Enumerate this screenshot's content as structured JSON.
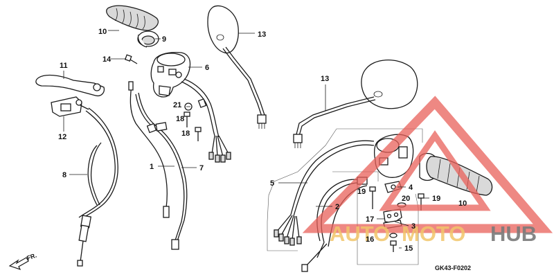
{
  "diagram": {
    "part_numbers": {
      "p1": "1",
      "p2": "2",
      "p3": "3",
      "p4": "4",
      "p5": "5",
      "p6": "6",
      "p7": "7",
      "p8": "8",
      "p9": "9",
      "p10_left": "10",
      "p10_right": "10",
      "p11": "11",
      "p12": "12",
      "p13_left": "13",
      "p13_right": "13",
      "p14": "14",
      "p15": "15",
      "p16": "16",
      "p17": "17",
      "p18_upper": "18",
      "p18_lower": "18",
      "p19_left": "19",
      "p19_right": "19",
      "p20": "20",
      "p21": "21"
    },
    "front_indicator": "FR.",
    "diagram_code": "GK43-F0202"
  },
  "watermark": {
    "text_part1": "AUTO",
    "text_part2": "MOTO",
    "text_part3": "HUB",
    "color_yellow": "#f2c66b",
    "color_red": "#e8605a",
    "color_gray": "#7a7a7a"
  }
}
